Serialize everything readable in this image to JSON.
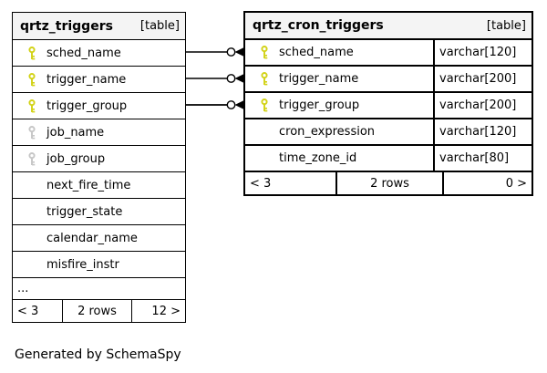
{
  "diagram": {
    "caption": "Generated by SchemaSpy",
    "tables": [
      {
        "title": "qrtz_triggers",
        "badge": "[table]",
        "columns": [
          {
            "name": "sched_name",
            "key": "primary"
          },
          {
            "name": "trigger_name",
            "key": "primary"
          },
          {
            "name": "trigger_group",
            "key": "primary"
          },
          {
            "name": "job_name",
            "key": "index"
          },
          {
            "name": "job_group",
            "key": "index"
          },
          {
            "name": "next_fire_time",
            "key": "none"
          },
          {
            "name": "trigger_state",
            "key": "none"
          },
          {
            "name": "calendar_name",
            "key": "none"
          },
          {
            "name": "misfire_instr",
            "key": "none"
          }
        ],
        "ellipsis": "...",
        "footer": {
          "parents": "< 3",
          "rows": "2 rows",
          "children": "12 >"
        }
      },
      {
        "title": "qrtz_cron_triggers",
        "badge": "[table]",
        "columns": [
          {
            "name": "sched_name",
            "type": "varchar[120]",
            "key": "primary"
          },
          {
            "name": "trigger_name",
            "type": "varchar[200]",
            "key": "primary"
          },
          {
            "name": "trigger_group",
            "type": "varchar[200]",
            "key": "primary"
          },
          {
            "name": "cron_expression",
            "type": "varchar[120]",
            "key": "none"
          },
          {
            "name": "time_zone_id",
            "type": "varchar[80]",
            "key": "none"
          }
        ],
        "footer": {
          "parents": "< 3",
          "rows": "2 rows",
          "children": "0 >"
        }
      }
    ],
    "relationships": [
      {
        "from": "qrtz_triggers.sched_name",
        "to": "qrtz_cron_triggers.sched_name"
      },
      {
        "from": "qrtz_triggers.trigger_name",
        "to": "qrtz_cron_triggers.trigger_name"
      },
      {
        "from": "qrtz_triggers.trigger_group",
        "to": "qrtz_cron_triggers.trigger_group"
      }
    ],
    "colors": {
      "primary_key": "#d2d215",
      "index_key": "#c6c6c6",
      "header_bg": "#f4f4f4",
      "line": "#000000"
    }
  }
}
